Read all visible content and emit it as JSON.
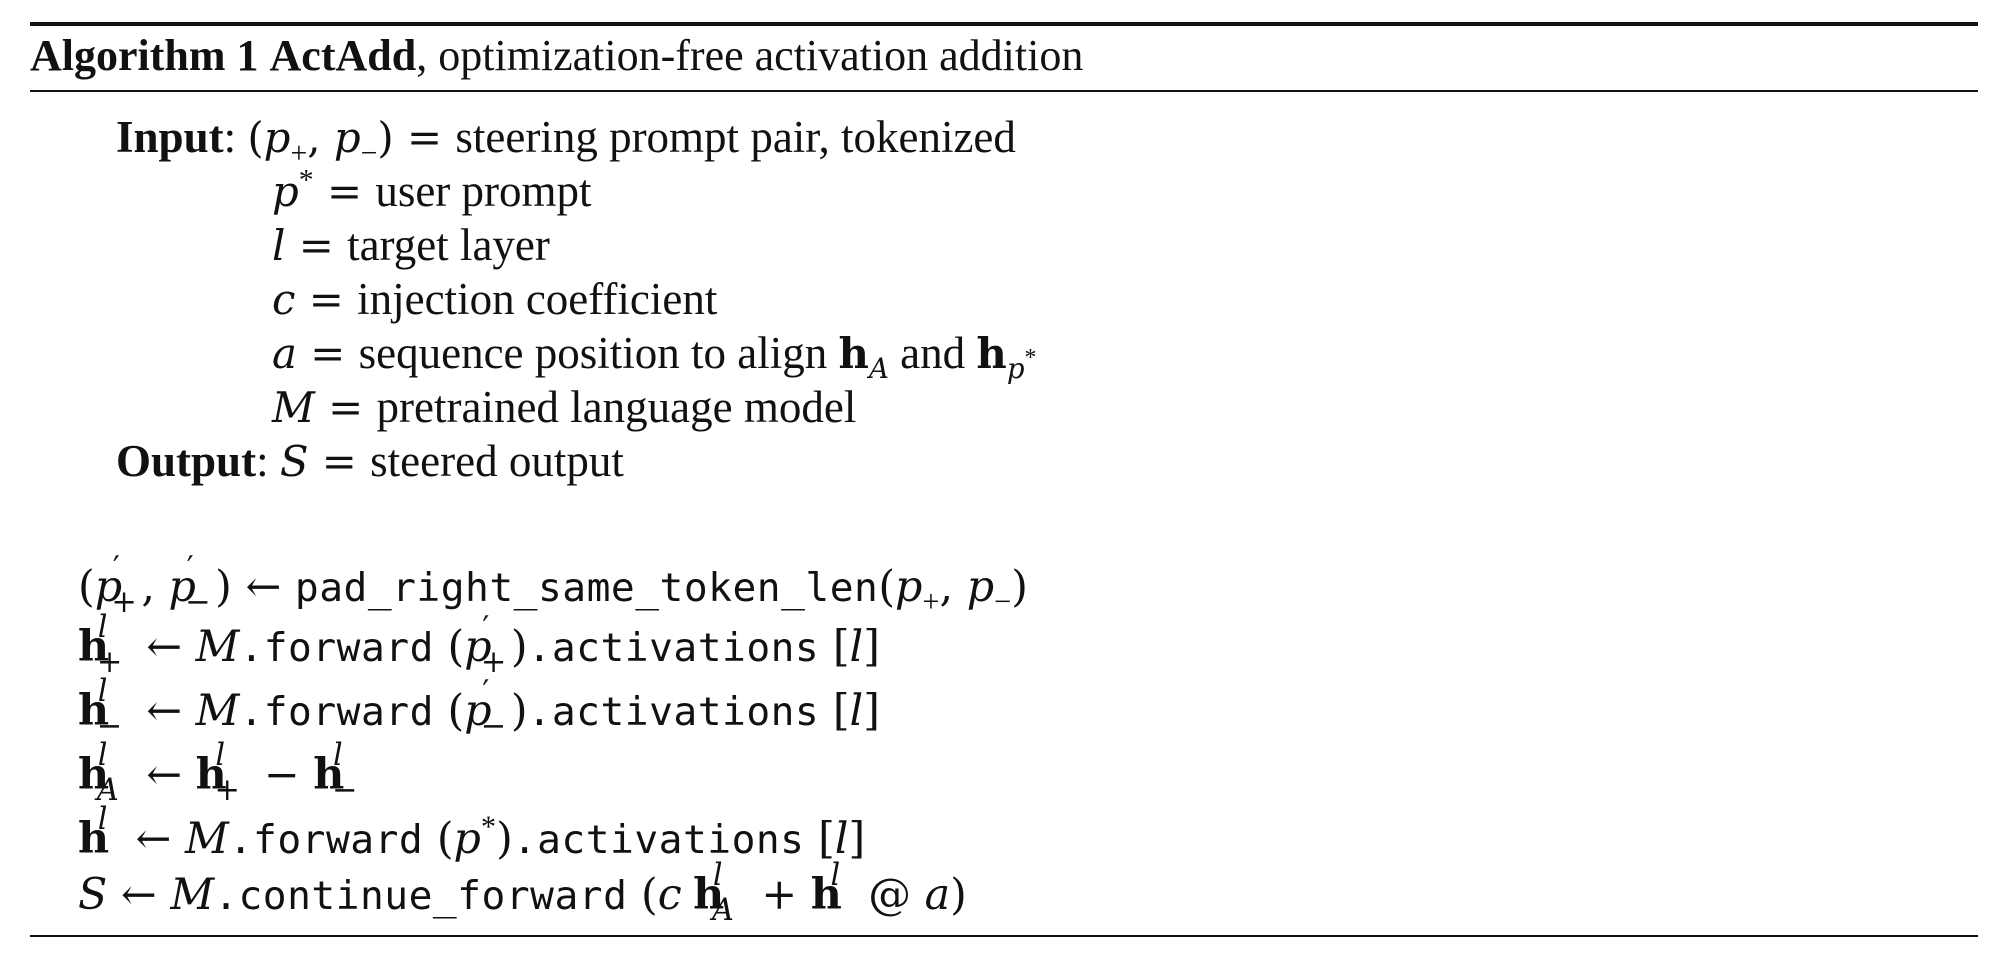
{
  "algorithm": {
    "label": "Algorithm 1",
    "name": "ActAdd",
    "description": ", optimization-free activation addition"
  },
  "input": {
    "label": "Input",
    "lines": [
      {
        "lhs": "(p+, p−)",
        "text": "steering prompt pair, tokenized"
      },
      {
        "lhs": "p*",
        "text": "user prompt"
      },
      {
        "lhs": "l",
        "text": "target layer"
      },
      {
        "lhs": "c",
        "text": "injection coefficient"
      },
      {
        "lhs": "a",
        "text": "sequence position to align "
      },
      {
        "lhs": "M",
        "text": "pretrained language model"
      }
    ],
    "align_and": " and "
  },
  "output": {
    "label": "Output",
    "lhs": "S",
    "text": "steered output"
  },
  "steps": {
    "pad_fn": "pad_right_same_token_len",
    "forward_fn": ".forward",
    "activations_fn": ".activations",
    "continue_fn": ".continue_forward"
  }
}
